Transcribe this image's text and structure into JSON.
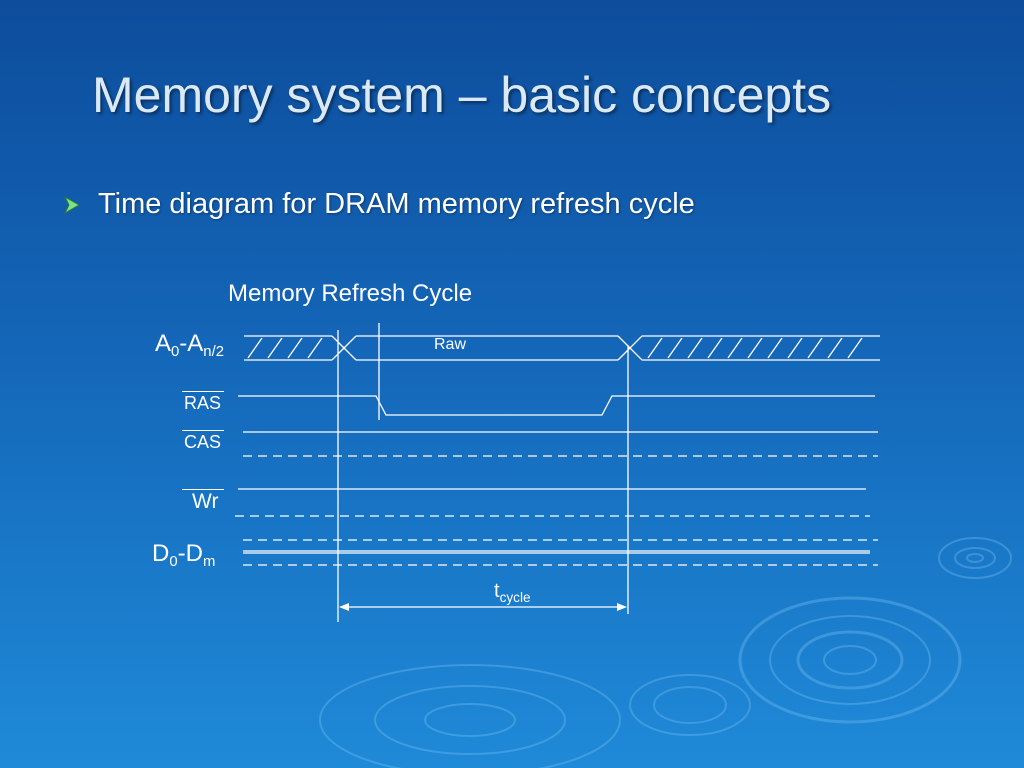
{
  "slide": {
    "title": "Memory system – basic concepts",
    "bullet": "Time diagram for DRAM memory refresh cycle",
    "bullet_icon": "arrow-bullet-icon",
    "colors": {
      "accent_bullet": "#7fe08a",
      "text": "#ffffff",
      "title": "#dbe9f6"
    }
  },
  "diagram": {
    "title": "Memory Refresh Cycle",
    "signals": {
      "address": {
        "main": "A",
        "sub1": "0",
        "sep": "-A",
        "sub2": "n/2"
      },
      "ras": "RAS",
      "cas": "CAS",
      "wr": "Wr",
      "data": {
        "main": "D",
        "sub1": "0",
        "sep": "-D",
        "sub2": "m"
      }
    },
    "raw_label": "Raw",
    "tcycle": {
      "main": "t",
      "sub": "cycle"
    }
  }
}
